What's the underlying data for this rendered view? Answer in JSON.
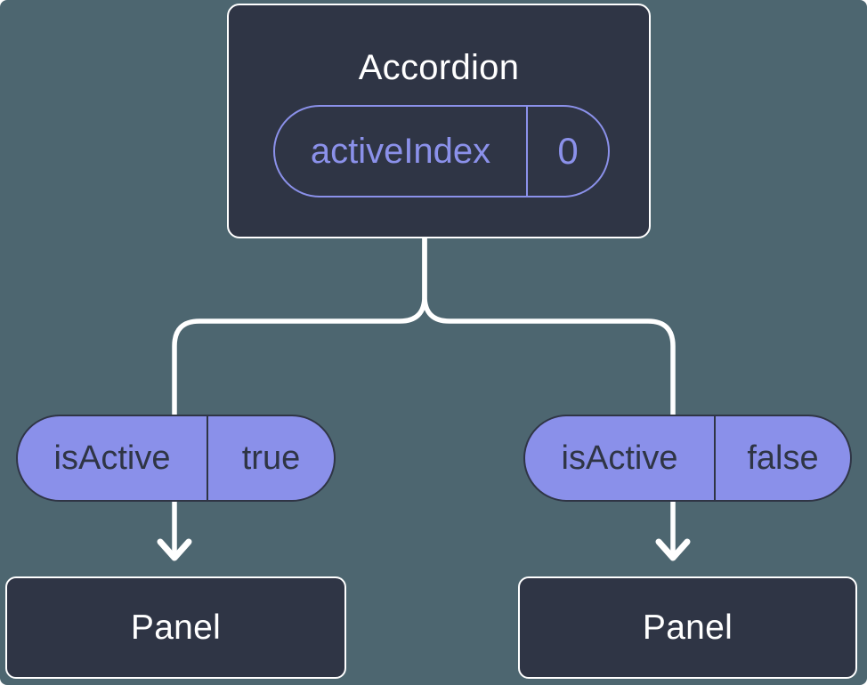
{
  "colors": {
    "background": "#4D6670",
    "node_fill": "#2F3545",
    "node_border": "#FFFFFF",
    "pill_fill": "#8A90EA",
    "pill_accent": "#8B91EA",
    "dark_text": "#2F3545",
    "light_text": "#FFFFFF",
    "connector": "#FFFFFF"
  },
  "root_node": {
    "title": "Accordion",
    "prop": {
      "name": "activeIndex",
      "value": "0"
    }
  },
  "branches": [
    {
      "prop": {
        "name": "isActive",
        "value": "true"
      },
      "child": {
        "title": "Panel"
      }
    },
    {
      "prop": {
        "name": "isActive",
        "value": "false"
      },
      "child": {
        "title": "Panel"
      }
    }
  ]
}
